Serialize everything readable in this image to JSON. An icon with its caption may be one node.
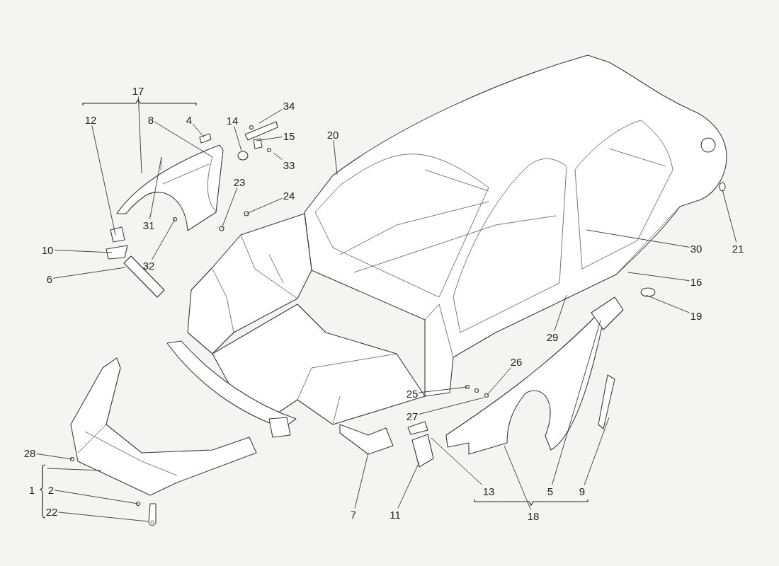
{
  "diagram": {
    "nodes": [
      {
        "text": [
          "17"
        ]
      },
      {
        "text": [
          "34"
        ]
      },
      {
        "text": [
          "12"
        ]
      },
      {
        "text": [
          "8"
        ]
      },
      {
        "text": [
          "4"
        ]
      },
      {
        "text": [
          "14"
        ]
      },
      {
        "text": [
          "15"
        ]
      },
      {
        "text": [
          "20"
        ]
      },
      {
        "text": [
          "33"
        ]
      },
      {
        "text": [
          "23"
        ]
      },
      {
        "text": [
          "24"
        ]
      },
      {
        "text": [
          "31"
        ]
      },
      {
        "text": [
          "10"
        ]
      },
      {
        "text": [
          "30"
        ]
      },
      {
        "text": [
          "21"
        ]
      },
      {
        "text": [
          "32"
        ]
      },
      {
        "text": [
          "6"
        ]
      },
      {
        "text": [
          "16"
        ]
      },
      {
        "text": [
          "19"
        ]
      },
      {
        "text": [
          "29"
        ]
      },
      {
        "text": [
          "26"
        ]
      },
      {
        "text": [
          "25"
        ]
      },
      {
        "text": [
          "27"
        ]
      },
      {
        "text": [
          "28"
        ]
      },
      {
        "text": [
          "1"
        ]
      },
      {
        "text": [
          "2"
        ]
      },
      {
        "text": [
          "13"
        ]
      },
      {
        "text": [
          "5"
        ]
      },
      {
        "text": [
          "9"
        ]
      },
      {
        "text": [
          "22"
        ]
      },
      {
        "text": [
          "7"
        ]
      },
      {
        "text": [
          "11"
        ]
      },
      {
        "text": [
          "18"
        ]
      }
    ],
    "edges": [
      {
        "from": 0,
        "to": null,
        "arrow": "none"
      },
      {
        "from": 1,
        "to": null,
        "arrow": "none"
      },
      {
        "from": 2,
        "to": null,
        "arrow": "none"
      },
      {
        "from": 3,
        "to": null,
        "arrow": "none"
      },
      {
        "from": 4,
        "to": null,
        "arrow": "none"
      },
      {
        "from": 5,
        "to": null,
        "arrow": "none"
      },
      {
        "from": 6,
        "to": null,
        "arrow": "none"
      },
      {
        "from": 7,
        "to": null,
        "arrow": "none"
      },
      {
        "from": 8,
        "to": null,
        "arrow": "none"
      },
      {
        "from": 9,
        "to": null,
        "arrow": "none"
      },
      {
        "from": 10,
        "to": null,
        "arrow": "none"
      },
      {
        "from": 11,
        "to": null,
        "arrow": "none"
      },
      {
        "from": 12,
        "to": null,
        "arrow": "none"
      },
      {
        "from": 13,
        "to": null,
        "arrow": "none"
      },
      {
        "from": 14,
        "to": null,
        "arrow": "none"
      },
      {
        "from": 15,
        "to": null,
        "arrow": "none"
      },
      {
        "from": 16,
        "to": null,
        "arrow": "none"
      },
      {
        "from": 17,
        "to": null,
        "arrow": "none"
      },
      {
        "from": 18,
        "to": null,
        "arrow": "none"
      },
      {
        "from": 19,
        "to": null,
        "arrow": "none"
      },
      {
        "from": 20,
        "to": null,
        "arrow": "none"
      },
      {
        "from": 21,
        "to": null,
        "arrow": "none"
      },
      {
        "from": 22,
        "to": null,
        "arrow": "none"
      },
      {
        "from": 23,
        "to": null,
        "arrow": "none"
      },
      {
        "from": 24,
        "to": null,
        "arrow": "none"
      },
      {
        "from": 25,
        "to": null,
        "arrow": "none"
      },
      {
        "from": 26,
        "to": null,
        "arrow": "none"
      },
      {
        "from": 27,
        "to": null,
        "arrow": "none"
      },
      {
        "from": 28,
        "to": null,
        "arrow": "none"
      },
      {
        "from": 29,
        "to": null,
        "arrow": "none"
      },
      {
        "from": 30,
        "to": null,
        "arrow": "none"
      },
      {
        "from": 31,
        "to": null,
        "arrow": "none"
      },
      {
        "from": 32,
        "to": null,
        "arrow": "none"
      }
    ]
  }
}
